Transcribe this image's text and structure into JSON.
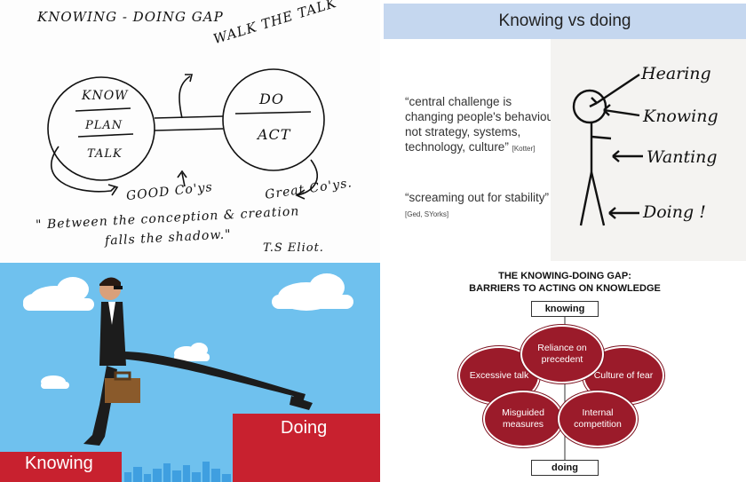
{
  "sketch": {
    "title": "KNOWING - DOING GAP",
    "arrow_label": "WALK THE TALK",
    "left_circle": [
      "KNOW",
      "PLAN",
      "TALK"
    ],
    "right_circle": [
      "DO",
      "ACT"
    ],
    "good_cos": "GOOD Co'ys",
    "great_cos": "Great Co'ys.",
    "quote_line1": "\" Between the conception & creation",
    "quote_line2": "falls the shadow.\"",
    "author": "T.S Eliot."
  },
  "slide": {
    "title": "Knowing vs doing",
    "quote1_text": "“central challenge is changing people's behaviour, not strategy, systems, technology, culture”",
    "quote1_cite": "[Kotter]",
    "quote2_text": "“screaming out for stability”",
    "quote2_cite": "[Ged, SYorks]",
    "stick_labels": [
      "Hearing",
      "Knowing",
      "Wanting",
      "Doing !"
    ]
  },
  "cartoon": {
    "knowing_label": "Knowing",
    "doing_label": "Doing"
  },
  "diagram": {
    "title_line1": "THE KNOWING-DOING GAP:",
    "title_line2": "BARRIERS TO ACTING ON KNOWLEDGE",
    "top_label": "knowing",
    "bottom_label": "doing",
    "bubbles": {
      "top": "Reliance on precedent",
      "left": "Excessive talk",
      "right": "Culture of fear",
      "bottom_left": "Misguided measures",
      "bottom_right": "Internal competition"
    },
    "colors": {
      "bubble": "#9b1b2a"
    }
  }
}
